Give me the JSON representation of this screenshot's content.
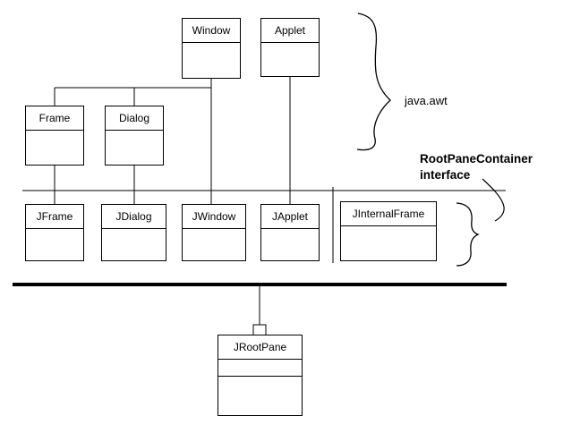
{
  "classes": {
    "window": "Window",
    "applet": "Applet",
    "frame": "Frame",
    "dialog": "Dialog",
    "jframe": "JFrame",
    "jdialog": "JDialog",
    "jwindow": "JWindow",
    "japplet": "JApplet",
    "jinternalframe": "JInternalFrame",
    "jrootpane": "JRootPane"
  },
  "annotations": {
    "package": "java.awt",
    "interface_line1": "RootPaneContainer",
    "interface_line2": "interface"
  },
  "colors": {
    "line": "#000000",
    "box_fill": "#ffffff",
    "background": "#ffffff",
    "text": "#000000"
  }
}
